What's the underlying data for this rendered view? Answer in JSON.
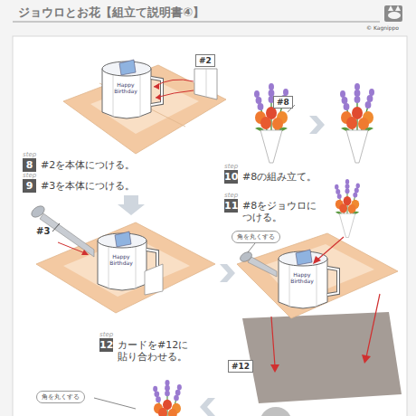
{
  "diagram": {
    "title": "ジョウロとお花【組立て説明書④】",
    "nodes": [
      {
        "text": [
          "#2"
        ]
      },
      {
        "text": [
          "step",
          "8"
        ]
      },
      {
        "text": [
          "step",
          "9"
        ]
      },
      {
        "text": [
          "#8"
        ]
      },
      {
        "text": [
          "step",
          "10"
        ]
      },
      {
        "text": [
          "step",
          "11"
        ]
      },
      {
        "text": [
          "角を丸くする"
        ]
      },
      {
        "text": [
          "step",
          "12"
        ]
      },
      {
        "text": [
          "#12"
        ]
      },
      {
        "text": [
          "角を丸くする"
        ]
      }
    ],
    "labels": [
      "© Kagnippo",
      "Happy Birthday",
      "#2を本体につける。",
      "#3を本体につける。",
      "#3",
      "Happy Birthday",
      "#8の組み立て。",
      "#8をジョウロに つける。",
      "Happy Birthday",
      "カードを#12に 貼り合わせる。"
    ]
  }
}
